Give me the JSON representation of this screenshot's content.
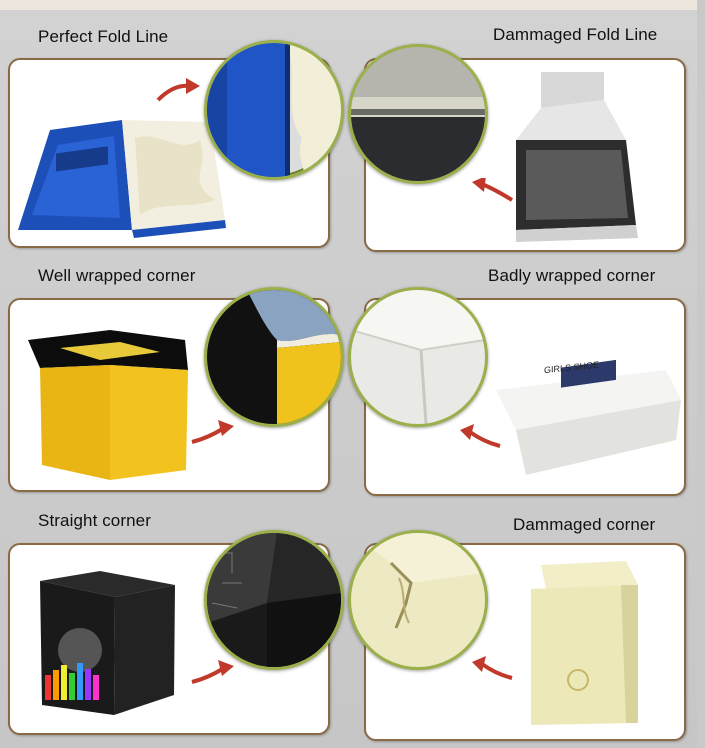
{
  "panels": [
    {
      "id": "perfect-fold",
      "label": "Perfect Fold Line",
      "quality": "good"
    },
    {
      "id": "damaged-fold",
      "label": "Dammaged Fold Line",
      "quality": "bad"
    },
    {
      "id": "well-wrapped",
      "label": "Well wrapped corner",
      "quality": "good"
    },
    {
      "id": "badly-wrapped",
      "label": "Badly wrapped corner",
      "quality": "bad"
    },
    {
      "id": "straight-corner",
      "label": "Straight corner",
      "quality": "good"
    },
    {
      "id": "damaged-corner",
      "label": "Dammaged corner",
      "quality": "bad"
    }
  ],
  "colors": {
    "card_border": "#8a6a45",
    "circle_border": "#9bb04a",
    "arrow": "#c0392b",
    "background": "#c9c9c9"
  }
}
